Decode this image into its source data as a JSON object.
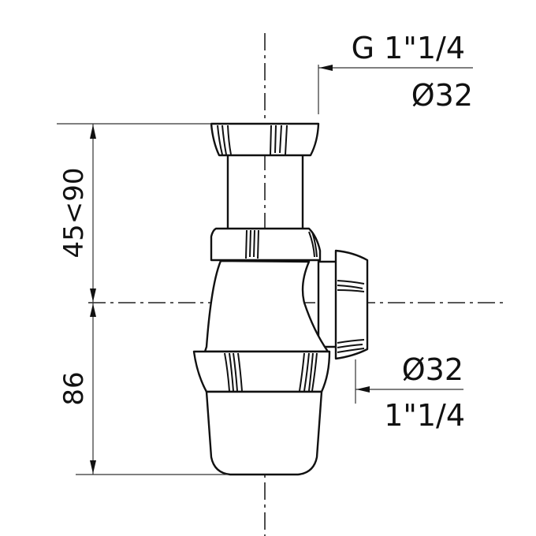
{
  "drawing": {
    "subject": "bottle trap",
    "line_color": "#111111",
    "background": "#ffffff"
  },
  "annotations": {
    "top_outlet": {
      "thread": "G 1\"1/4",
      "diameter": "Ø32"
    },
    "side_outlet": {
      "diameter": "Ø32",
      "thread": "1\"1/4"
    },
    "height_upper": "45<90",
    "height_lower": "86"
  }
}
